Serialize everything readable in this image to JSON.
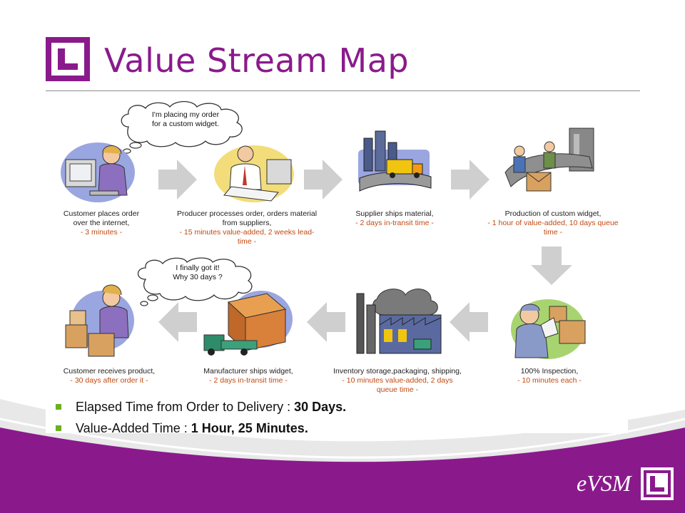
{
  "title": "Value Stream Map",
  "bubbles": {
    "top": [
      "I'm placing my order",
      "for a custom widget."
    ],
    "bottom": [
      "I finally got it!",
      "Why 30 days ?"
    ]
  },
  "steps_top": [
    {
      "label": [
        "Customer places order",
        "over the internet,"
      ],
      "time": [
        "- 3 minutes -"
      ]
    },
    {
      "label": [
        "Producer processes order, orders material",
        "from suppliers,"
      ],
      "time": [
        "- 15 minutes value-added, 2 weeks lead-",
        "time -"
      ]
    },
    {
      "label": [
        "Supplier ships material,"
      ],
      "time": [
        "- 2 days in-transit time -"
      ]
    },
    {
      "label": [
        "Production of custom widget,"
      ],
      "time": [
        "- 1 hour of value-added, 10 days queue",
        "time -"
      ]
    }
  ],
  "steps_bottom": [
    {
      "label": [
        "Customer receives product,"
      ],
      "time": [
        "- 30 days after order it -"
      ]
    },
    {
      "label": [
        "Manufacturer ships widget,"
      ],
      "time": [
        "- 2 days in-transit time -"
      ]
    },
    {
      "label": [
        "Inventory storage,packaging, shipping,"
      ],
      "time": [
        "- 10 minutes value-added, 2 days",
        "queue time -"
      ]
    },
    {
      "label": [
        "100% Inspection,"
      ],
      "time": [
        "- 10 minutes each -"
      ]
    }
  ],
  "summary": {
    "elapsed_label": "Elapsed Time from Order to Delivery : ",
    "elapsed_value": "30 Days.",
    "value_added_label": "Value-Added Time : ",
    "value_added_value": "1 Hour, 25 Minutes."
  },
  "brand": "eVSM",
  "colors": {
    "accent": "#8a1a8c",
    "bullet": "#6ab023",
    "time_text": "#c24a12",
    "arrow": "#cfcfcf"
  }
}
